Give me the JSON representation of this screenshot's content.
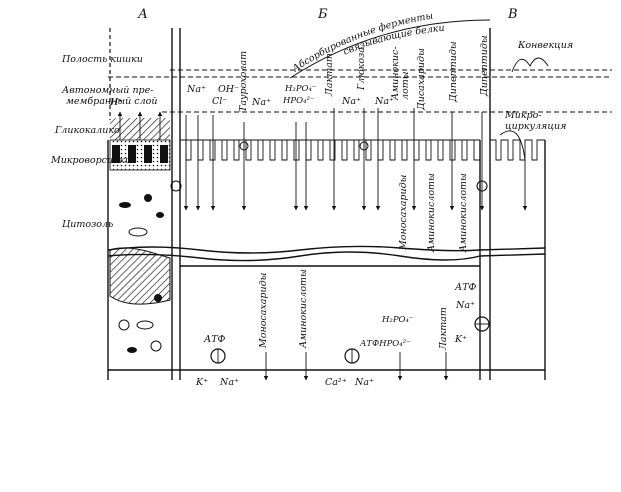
{
  "sections": {
    "a": "А",
    "b": "Б",
    "v": "В"
  },
  "left_labels": {
    "lumen": "Полость кишки",
    "layer1": "Автономный пре-",
    "layer2": "мембранный слой",
    "glycocalyx": "Гликокалико",
    "microvilli": "Микроворсинки",
    "cytosol": "Цитозоль"
  },
  "top_labels": {
    "enzymes": "Абсорбированные ферменты",
    "proteins": "связывающие белки",
    "convection": "Конвекция",
    "micro1": "Микро-",
    "micro2": "циркуляция"
  },
  "ions": {
    "h_plus": "H⁺",
    "na_plus": "Na⁺",
    "oh_minus": "OH⁻",
    "cl_minus": "Cl⁻",
    "na_plus_2": "Na⁺",
    "h2po4": "H₂PO₄⁻",
    "hpo4": "HPO₄²⁻",
    "na_plus_3": "Na⁺",
    "na_plus_4": "Na⁺"
  },
  "vertical_labels": {
    "taurocholate": "Таурохолат",
    "lactate": "Лактат",
    "glucose": "Глюкоза",
    "amino_acids_1": "Аминокис-",
    "amino_acids_2": "лоты",
    "disaccharides": "Дисахариды",
    "dipeptides": "Дипептиды",
    "dipeptides_2": "Дипептиды",
    "monosaccharides_cell": "Моносахариды",
    "amino_acids_cell": "Аминокислоты",
    "amino_acids_cell_2": "Аминокислоты",
    "monosaccharides_bottom": "Моносахариды",
    "amino_acids_bottom": "Аминокислоты",
    "lactate_bottom": "Лактат"
  },
  "bottom_labels": {
    "atf_left": "АТФ",
    "k_plus": "K⁺",
    "na_plus": "Na⁺",
    "h2po4_bottom": "H₂PO₄⁻",
    "atf_hpo4": "АТФHPO₄²⁻",
    "ca": "Ca²⁺",
    "na_plus_b": "Na⁺",
    "atf_right": "АТФ",
    "na_plus_r": "Na⁺",
    "k_plus_r": "K⁺"
  }
}
